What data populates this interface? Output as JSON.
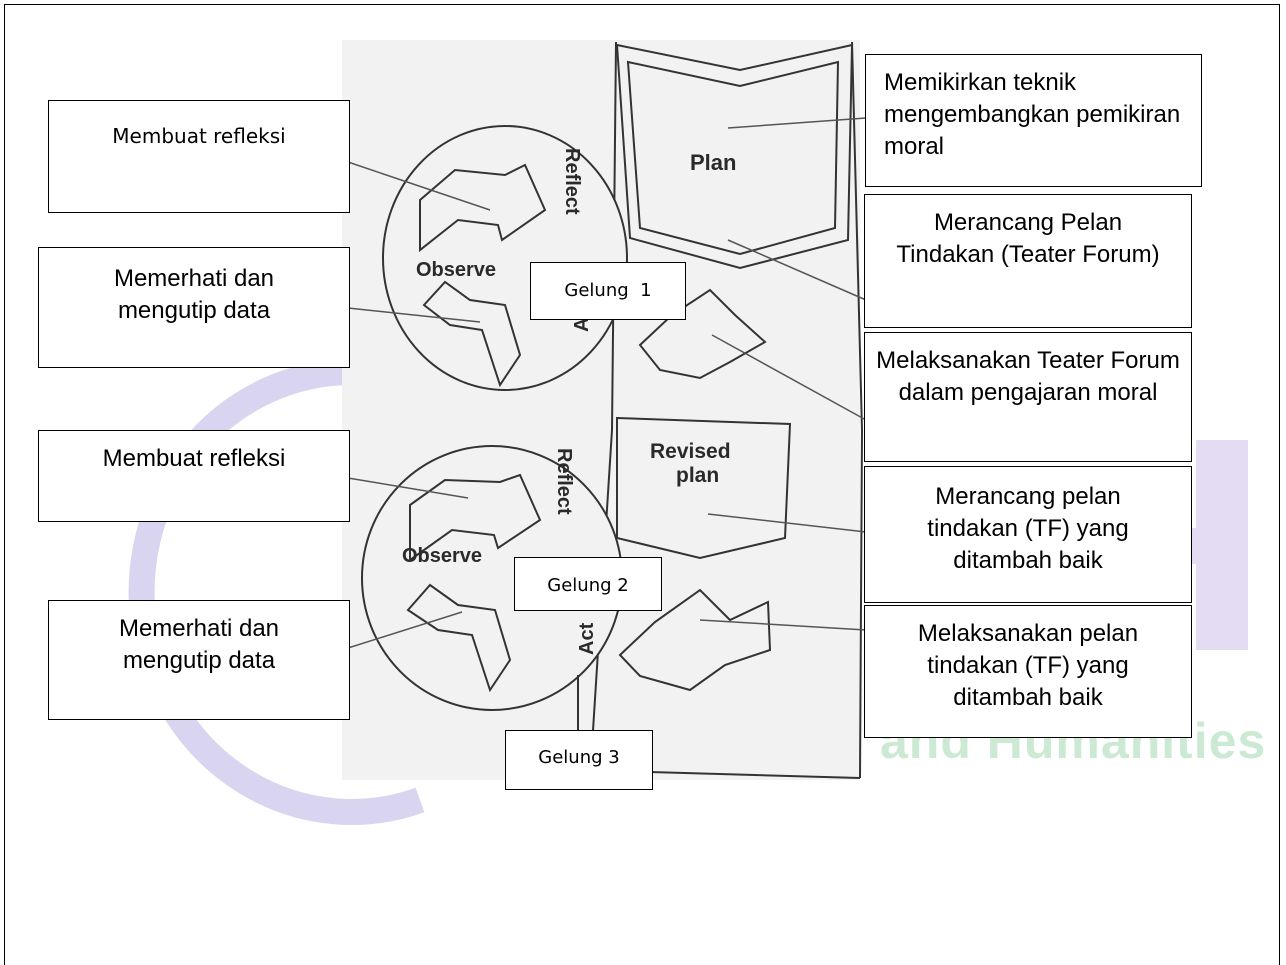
{
  "diagram": {
    "stage_labels": {
      "plan": "Plan",
      "revised_plan_line1": "Revised",
      "revised_plan_line2": "plan",
      "reflect_1": "Reflect",
      "observe_1": "Observe",
      "act_1": "Act",
      "reflect_2": "Reflect",
      "observe_2": "Observe",
      "act_2": "Act"
    },
    "watermark_text": "and Humanities",
    "watermark_color": "#ccead3",
    "watermark_ring_color": "#d9d4ef",
    "watermark_letter_color": "#e3dcf2"
  },
  "left_boxes": {
    "reflect_1": "Membuat refleksi",
    "observe_1": "Memerhati dan mengutip data",
    "reflect_2": "Membuat refleksi",
    "observe_2": "Memerhati dan mengutip data"
  },
  "right_boxes": {
    "plan_1": "Memikirkan teknik mengembangkan pemikiran moral",
    "plan_2": "Merancang Pelan Tindakan (Teater Forum)",
    "act_1": "Melaksanakan Teater Forum dalam pengajaran moral",
    "revised_plan": "Merancang pelan tindakan (TF) yang ditambah baik",
    "act_2": "Melaksanakan pelan tindakan (TF) yang ditambah baik"
  },
  "cycles": {
    "c1": "Gelung  1",
    "c2": "Gelung 2",
    "c3": "Gelung 3"
  }
}
